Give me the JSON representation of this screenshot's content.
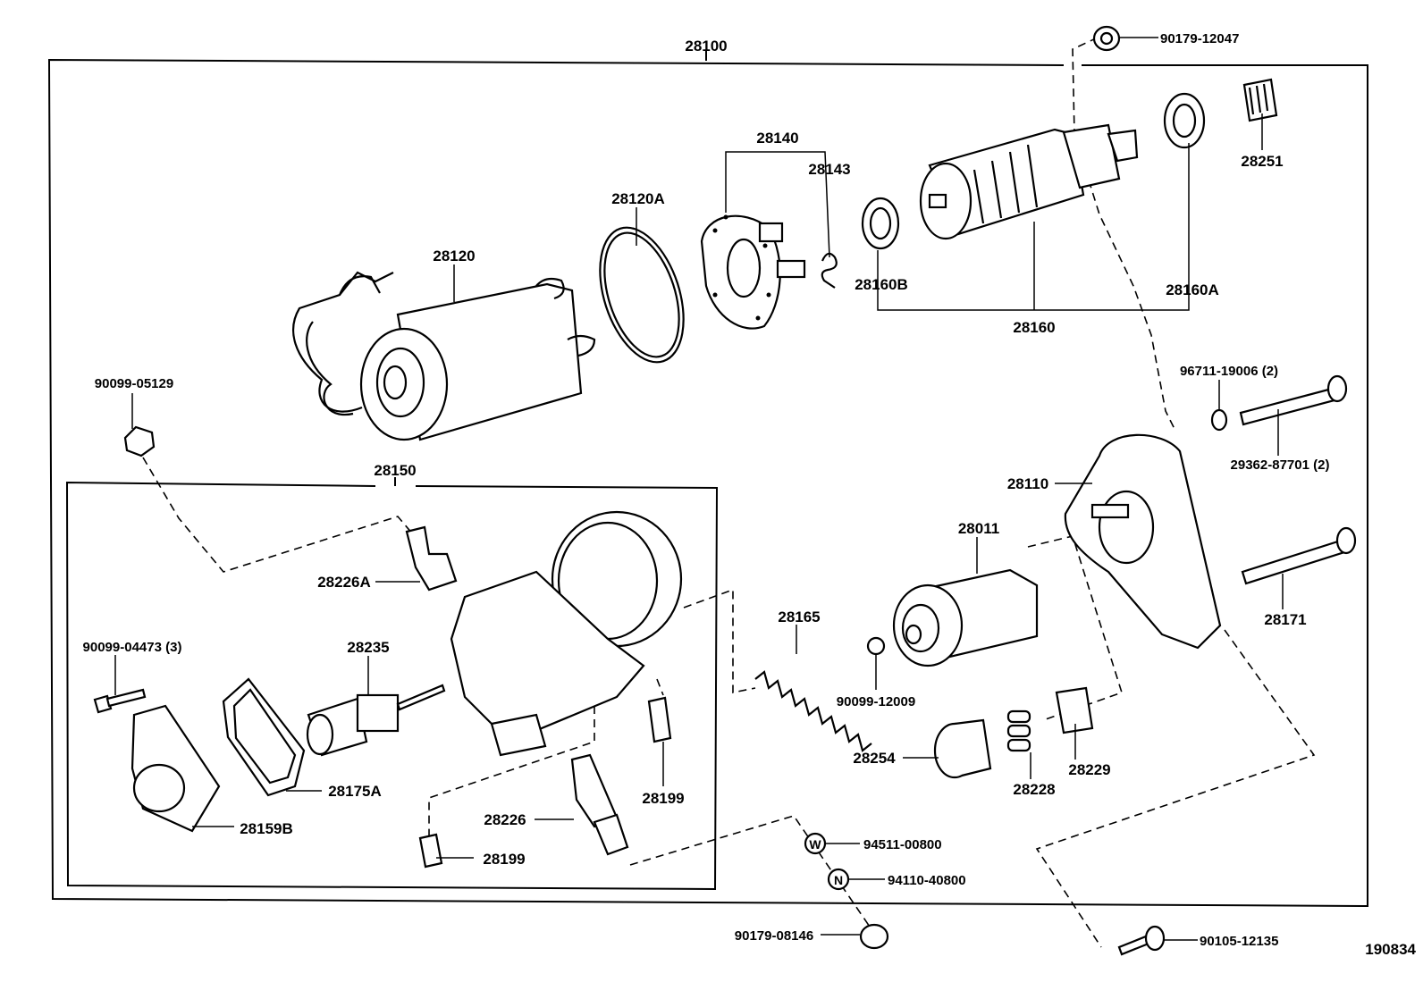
{
  "diagram_id": "190834",
  "labels": {
    "assembly": "28100",
    "nut_top": "90179-12047",
    "pinion_gear": "28251",
    "brush_holder": "28140",
    "spring_small": "28143",
    "oring": "28120A",
    "yoke": "28120",
    "bearing_b": "28160B",
    "bearing_a": "28160A",
    "armature": "28160",
    "nut_left": "90099-05129",
    "washer_right": "96711-19006 (2)",
    "through_bolt_a": "29362-87701 (2)",
    "housing": "28110",
    "switch_assy": "28150",
    "clutch": "28011",
    "terminal_a": "28226A",
    "return_spring": "28165",
    "through_bolt_b": "28171",
    "screw_left": "90099-04473 (3)",
    "plunger": "28235",
    "ball": "90099-12009",
    "cover_gasket": "28175A",
    "boot_right": "28199",
    "idler_gear": "28254",
    "retainer": "28229",
    "rollers": "28228",
    "terminal": "28226",
    "end_cover": "28159B",
    "boot_left": "28199",
    "washer": "94511-00800",
    "washer_symbol": "W",
    "nut": "94110-40800",
    "nut_symbol": "N",
    "nut_bottom": "90179-08146",
    "bolt_bottom": "90105-12135"
  }
}
